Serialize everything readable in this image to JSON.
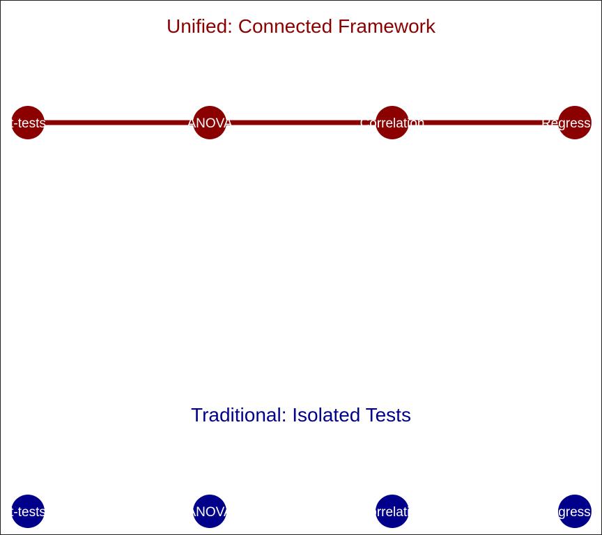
{
  "colors": {
    "unified": "#8b0000",
    "traditional": "#00008b",
    "label": "#ffffff"
  },
  "panels": {
    "unified": {
      "title": "Unified: Connected Framework",
      "nodes": [
        "t-tests",
        "ANOVA",
        "Correlation",
        "Regression"
      ]
    },
    "traditional": {
      "title": "Traditional: Isolated Tests",
      "nodes": [
        "t-tests",
        "ANOVA",
        "Correlation",
        "Regression"
      ]
    }
  }
}
